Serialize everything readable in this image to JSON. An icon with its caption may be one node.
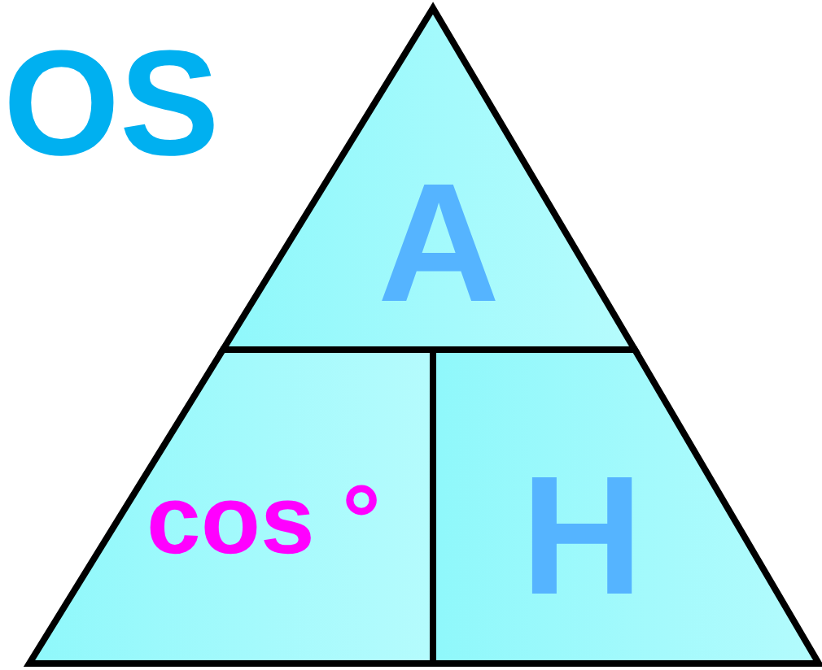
{
  "diagram": {
    "nodes": [
      {
        "text": [
          "A"
        ]
      },
      {
        "text": [
          "cos °"
        ]
      },
      {
        "text": [
          "H"
        ]
      }
    ],
    "labels": [
      "OS"
    ]
  }
}
